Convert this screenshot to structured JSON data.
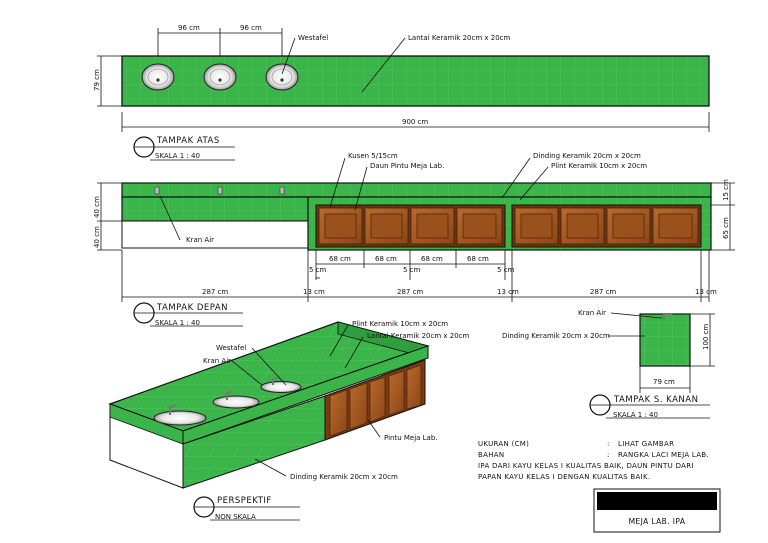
{
  "colors": {
    "tile": "#3bb54a",
    "tile_dark": "#2a8f35",
    "grid": "#5ccd68",
    "wood": "#a45a22",
    "wood_dark": "#6b3511",
    "line": "#111111",
    "title_block": "#000000"
  },
  "top_view": {
    "dim_sink_spacing_1": "96 cm",
    "dim_sink_spacing_2": "96 cm",
    "label_sink": "Westafel",
    "label_floor": "Lantai Keramik 20cm x 20cm",
    "dim_height": "79 cm",
    "dim_length": "900 cm",
    "title": "TAMPAK ATAS",
    "scale": "SKALA    1 : 40"
  },
  "front_view": {
    "label_frame": "Kusen 5/15cm",
    "label_door": "Daun Pintu Meja Lab.",
    "label_wall_tile": "Dinding Keramik 20cm x 20cm",
    "label_plint": "Plint Keramik 10cm x 20cm",
    "label_tap": "Kran Air",
    "dim_left_top": "40 cm",
    "dim_left_bottom": "40 cm",
    "dim_right_small": "15 cm",
    "dim_right": "65 cm",
    "dims_door_width": [
      "68 cm",
      "68 cm",
      "68 cm",
      "68 cm"
    ],
    "dims_frame": [
      "5 cm",
      "5 cm",
      "5 cm"
    ],
    "dims_bottom": [
      "287 cm",
      "13 cm",
      "287 cm",
      "13 cm",
      "287 cm",
      "13 cm"
    ],
    "title": "TAMPAK DEPAN",
    "scale": "SKALA    1 : 40"
  },
  "perspective": {
    "label_plint": "Plint Keramik 10cm x 20cm",
    "label_floor": "Lantai Keramik 20cm x 20cm",
    "label_sink": "Westafel",
    "label_tap": "Kran Air",
    "label_door": "Pintu Meja Lab.",
    "label_wall_tile": "Dinding Keramik 20cm x 20cm",
    "title": "PERSPEKTIF",
    "scale": "NON SKALA"
  },
  "side_view": {
    "label_tap": "Kran Air",
    "label_wall_tile": "Dinding Keramik 20cm x 20cm",
    "dim_height": "100 cm",
    "dim_width": "79 cm",
    "title": "TAMPAK S. KANAN",
    "scale": "SKALA    1 : 40"
  },
  "info": {
    "size_label": "UKURAN (CM)",
    "size_sep": ":",
    "size_value": "LIHAT GAMBAR",
    "material_label": "BAHAN",
    "material_sep": ":",
    "material_value": "RANGKA LACI MEJA LAB.",
    "note_1": "IPA DARI KAYU KELAS I KUALITAS BAIK, DAUN PINTU DARI",
    "note_2": "PAPAN KAYU KELAS I DENGAN KUALITAS BAIK."
  },
  "title_block": {
    "name": "MEJA LAB. IPA"
  }
}
